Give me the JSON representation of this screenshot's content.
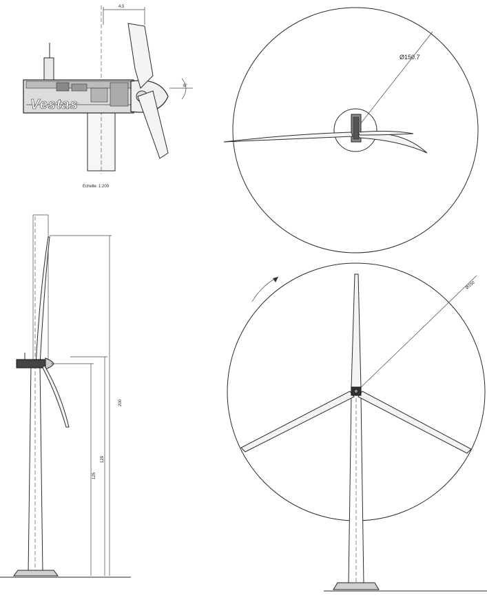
{
  "labels": {
    "hub_offset": "4,5",
    "scale": "Echelle: 1:200",
    "rotor_diameter_top": "Ø150.7",
    "rotor_diameter_front": "Ø150",
    "total_height": "200",
    "hub_height_1": "129",
    "hub_height_2": "125",
    "tilt_angle": "6°",
    "logo_text": "Vestas"
  }
}
